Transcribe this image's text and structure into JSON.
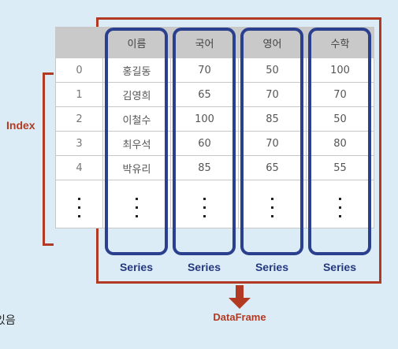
{
  "table": {
    "columns": [
      "이름",
      "국어",
      "영어",
      "수학"
    ],
    "rows": [
      {
        "index": "0",
        "cells": [
          "홍길동",
          "70",
          "50",
          "100"
        ]
      },
      {
        "index": "1",
        "cells": [
          "김영희",
          "65",
          "70",
          "70"
        ]
      },
      {
        "index": "2",
        "cells": [
          "이철수",
          "100",
          "85",
          "50"
        ]
      },
      {
        "index": "3",
        "cells": [
          "최우석",
          "60",
          "70",
          "80"
        ]
      },
      {
        "index": "4",
        "cells": [
          "박유리",
          "85",
          "65",
          "55"
        ]
      }
    ]
  },
  "labels": {
    "index": "Index",
    "series": "Series",
    "dataframe": "DataFrame",
    "partial_note": "있음"
  },
  "colors": {
    "background": "#dcecf6",
    "series_box": "#2a3f8e",
    "dataframe_frame": "#b33a22",
    "header_fill": "#c9c9c9"
  }
}
